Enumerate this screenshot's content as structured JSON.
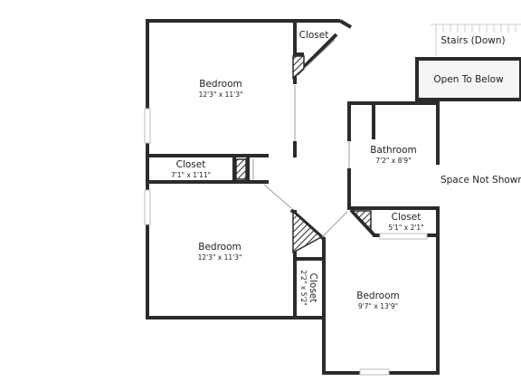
{
  "rooms": {
    "bedroom_top": {
      "name": "Bedroom",
      "dims": "12'3\" x 11'3\""
    },
    "closet_top": {
      "name": "Closet"
    },
    "stairs": {
      "name": "Stairs (Down)"
    },
    "open_to_below": {
      "name": "Open To Below"
    },
    "closet_mid": {
      "name": "Closet",
      "dims": "7'1\" x 1'11\""
    },
    "bathroom": {
      "name": "Bathroom",
      "dims": "7'2\" x 8'9\""
    },
    "space_not_shown": {
      "name": "Space Not Shown"
    },
    "bedroom_bottom": {
      "name": "Bedroom",
      "dims": "12'3\" x 11'3\""
    },
    "closet_right": {
      "name": "Closet",
      "dims": "5'1\" x 2'1\""
    },
    "closet_vert": {
      "name": "Closet",
      "dims": "2'2\" x 5'2\""
    },
    "bedroom_right": {
      "name": "Bedroom",
      "dims": "9'7\" x 13'9\""
    }
  },
  "colors": {
    "wall": "#2b2b2b",
    "window": "#bdbdbd",
    "background": "#ffffff"
  }
}
